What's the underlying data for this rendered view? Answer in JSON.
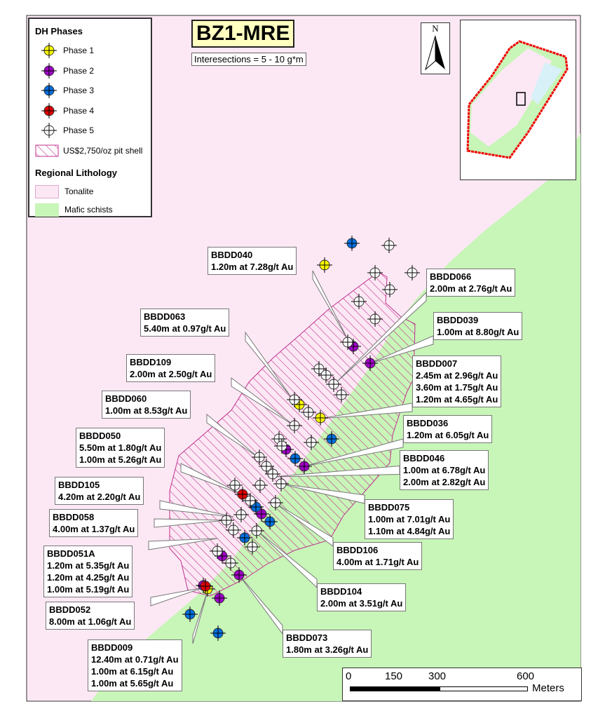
{
  "title": "BZ1-MRE",
  "subtitle": "Interesections = 5 - 10 g*m",
  "legend": {
    "heading": "DH Phases",
    "phases": [
      {
        "label": "Phase 1",
        "color": "#ffff00"
      },
      {
        "label": "Phase 2",
        "color": "#a000c8"
      },
      {
        "label": "Phase 3",
        "color": "#0070e0"
      },
      {
        "label": "Phase 4",
        "color": "#e00000"
      },
      {
        "label": "Phase 5",
        "color": "#ffffff"
      }
    ],
    "pit_shell": "US$2,750/oz pit shell",
    "lithology_heading": "Regional Lithology",
    "lithology": [
      {
        "label": "Tonalite",
        "color": "#fce8f4"
      },
      {
        "label": "Mafic schists",
        "color": "#c8f5b8"
      }
    ]
  },
  "north_label": "N",
  "scale": {
    "ticks": [
      "0",
      "150",
      "300",
      "600"
    ],
    "unit": "Meters"
  },
  "intersections": [
    {
      "hole": "BBDD040",
      "lines": [
        "1.20m at 7.28g/t Au"
      ]
    },
    {
      "hole": "BBDD066",
      "lines": [
        "2.00m at 2.76g/t Au"
      ]
    },
    {
      "hole": "BBDD063",
      "lines": [
        "5.40m at 0.97g/t Au"
      ]
    },
    {
      "hole": "BBDD039",
      "lines": [
        "1.00m at 8.80g/t Au"
      ]
    },
    {
      "hole": "BBDD109",
      "lines": [
        "2.00m at 2.50g/t Au"
      ]
    },
    {
      "hole": "BBDD007",
      "lines": [
        "2.45m at 2.96g/t Au",
        "3.60m at 1.75g/t Au",
        "1.20m at 4.65g/t Au"
      ]
    },
    {
      "hole": "BBDD060",
      "lines": [
        "1.00m at 8.53g/t Au"
      ]
    },
    {
      "hole": "BBDD036",
      "lines": [
        "1.20m at 6.05g/t Au"
      ]
    },
    {
      "hole": "BBDD050",
      "lines": [
        "5.50m at 1.80g/t Au",
        "1.00m at 5.26g/t Au"
      ]
    },
    {
      "hole": "BBDD046",
      "lines": [
        "1.00m at 6.78g/t Au",
        "2.00m at 2.82g/t Au"
      ]
    },
    {
      "hole": "BBDD105",
      "lines": [
        "4.20m at 2.20g/t Au"
      ]
    },
    {
      "hole": "BBDD075",
      "lines": [
        "1.00m at 7.01g/t Au",
        "1.10m at 4.84g/t Au"
      ]
    },
    {
      "hole": "BBDD058",
      "lines": [
        "4.00m at 1.37g/t Au"
      ]
    },
    {
      "hole": "BBDD106",
      "lines": [
        "4.00m at 1.71g/t Au"
      ]
    },
    {
      "hole": "BBDD051A",
      "lines": [
        "1.20m at 5.35g/t Au",
        "1.20m at 4.25g/t Au",
        "1.00m at 5.19g/t Au"
      ]
    },
    {
      "hole": "BBDD104",
      "lines": [
        "2.00m at 3.51g/t Au"
      ]
    },
    {
      "hole": "BBDD052",
      "lines": [
        "8.00m at 1.06g/t Au"
      ]
    },
    {
      "hole": "BBDD073",
      "lines": [
        "1.80m at 3.26g/t Au"
      ]
    },
    {
      "hole": "BBDD009",
      "lines": [
        "12.40m at 0.71g/t Au",
        "1.00m at 6.15g/t Au",
        "1.00m at 5.65g/t Au"
      ]
    }
  ]
}
